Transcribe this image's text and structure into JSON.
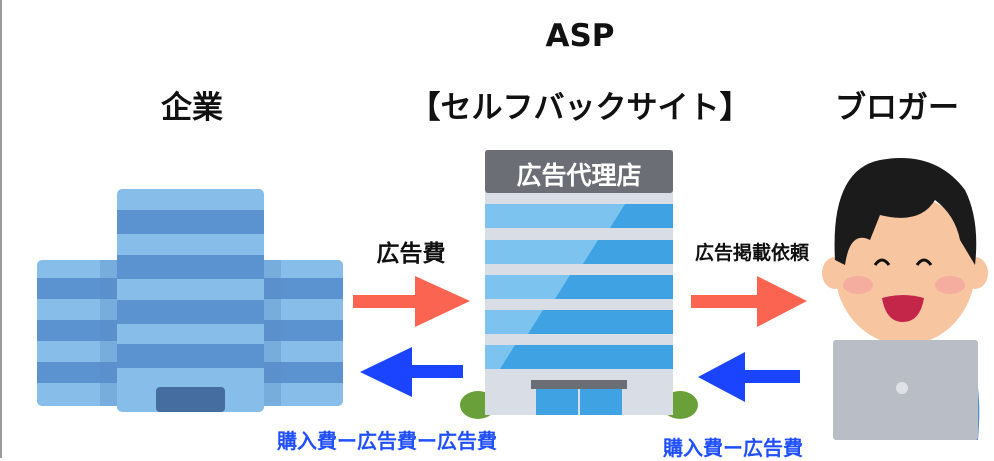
{
  "header": {
    "asp_title": "ASP",
    "company_label": "企業",
    "asp_subtitle": "【セルフバックサイト】",
    "blogger_label": "ブロガー"
  },
  "agency_sign": "広告代理店",
  "flows": {
    "company_to_asp": "広告費",
    "asp_to_blogger": "広告掲載依頼",
    "asp_to_company_return": "購入費ー広告費ー広告費",
    "blogger_to_asp_return": "購入費ー広告費"
  },
  "colors": {
    "forward_arrow": "#fa6450",
    "return_arrow": "#1a44ff",
    "return_text": "#1f4fff"
  }
}
